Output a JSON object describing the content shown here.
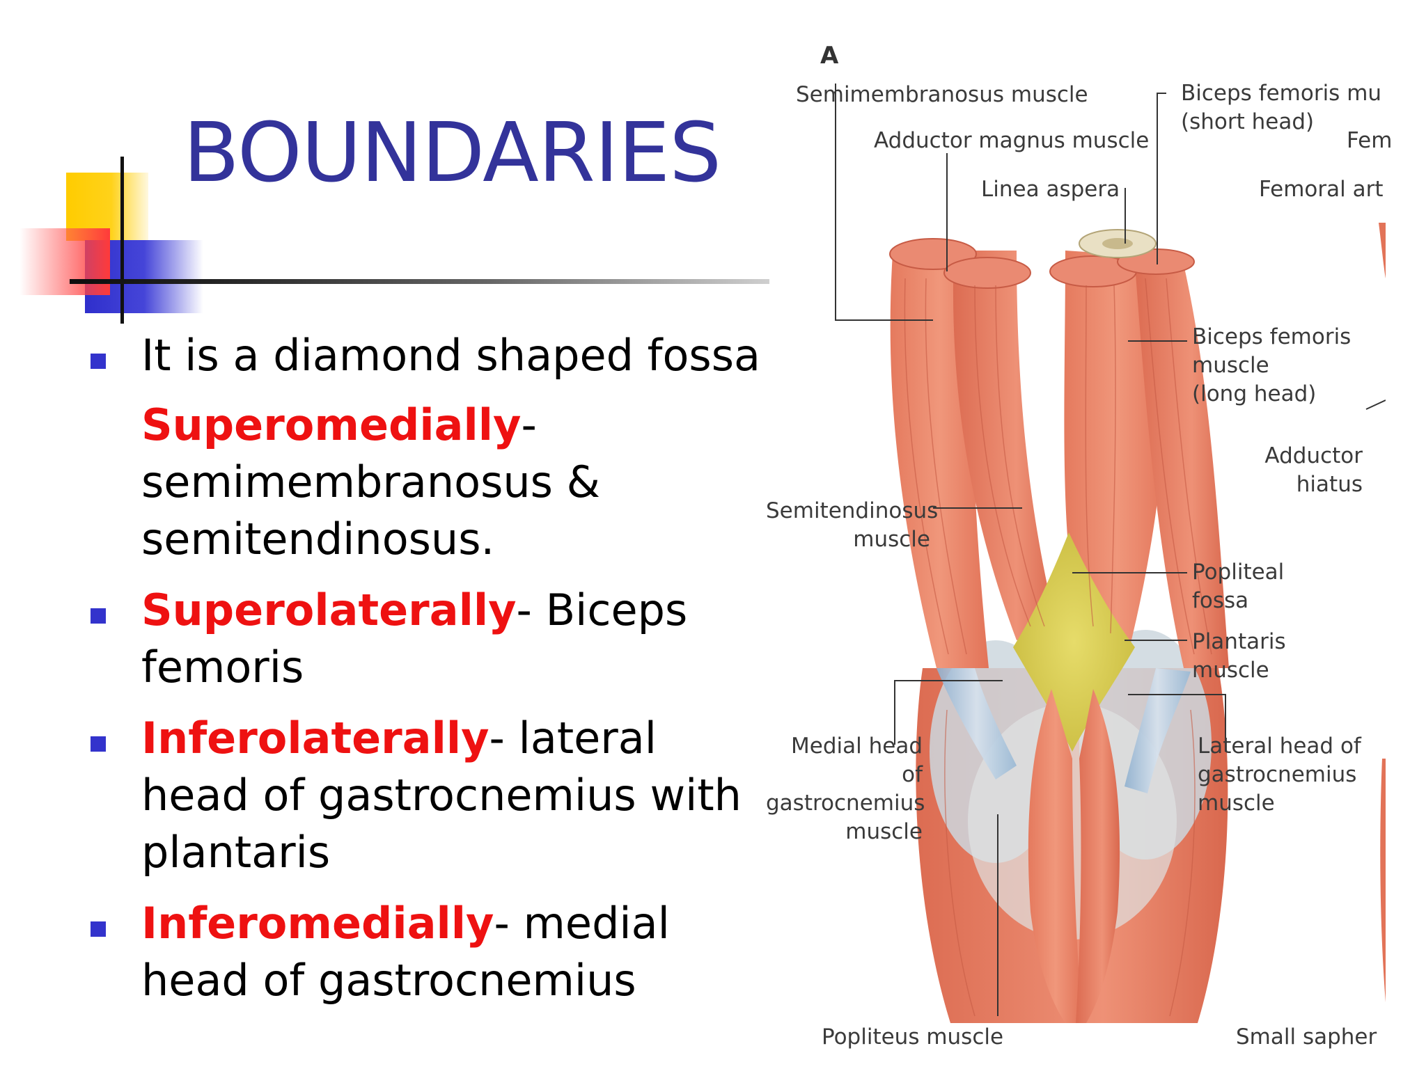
{
  "slide": {
    "title": "BOUNDARIES",
    "bullets": [
      {
        "keyword": "",
        "text": "It is a diamond shaped fossa"
      },
      {
        "keyword": "Superomedially",
        "text": "- semimembranosus & semitendinosus."
      },
      {
        "keyword": "Superolaterally",
        "text": "- Biceps femoris"
      },
      {
        "keyword": "Inferolaterally",
        "text": "- lateral head of gastrocnemius with plantaris"
      },
      {
        "keyword": "Inferomedially",
        "text": "- medial head of gastrocnemius"
      }
    ],
    "colors": {
      "title": "#33339a",
      "keyword": "#ee1111",
      "bullet_marker": "#3333cc"
    }
  },
  "figure": {
    "letter": "A",
    "labels": {
      "semimembranosus": "Semimembranosus muscle",
      "adductor_magnus": "Adductor magnus muscle",
      "linea_aspera": "Linea aspera",
      "biceps_short": "Biceps femoris mu\n(short head)",
      "fem": "Fem",
      "femoral_artery": "Femoral art",
      "biceps_long": "Biceps femoris\nmuscle\n(long head)",
      "adductor_hiatus": "Adductor\nhiatus",
      "semitendinosus": "Semitendinosus\nmuscle",
      "popliteal_fossa": "Popliteal\nfossa",
      "plantaris": "Plantaris\nmuscle",
      "medial_gastrocnemius": "Medial head of\ngastrocnemius\nmuscle",
      "lateral_gastrocnemius": "Lateral head of\ngastrocnemius\nmuscle",
      "popliteus": "Popliteus muscle",
      "small_saphenous": "Small sapher"
    }
  }
}
